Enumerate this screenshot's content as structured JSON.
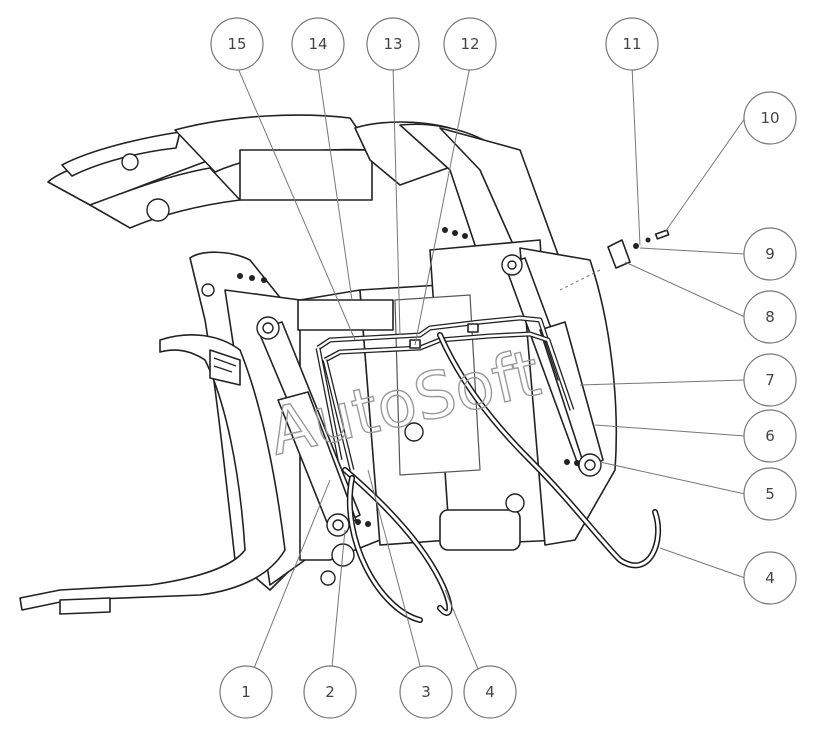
{
  "watermark": "AutoSoft",
  "callouts": [
    {
      "id": "c15",
      "label": "15"
    },
    {
      "id": "c14",
      "label": "14"
    },
    {
      "id": "c13",
      "label": "13"
    },
    {
      "id": "c12",
      "label": "12"
    },
    {
      "id": "c11",
      "label": "11"
    },
    {
      "id": "c10",
      "label": "10"
    },
    {
      "id": "c9",
      "label": "9"
    },
    {
      "id": "c8",
      "label": "8"
    },
    {
      "id": "c7",
      "label": "7"
    },
    {
      "id": "c6",
      "label": "6"
    },
    {
      "id": "c5",
      "label": "5"
    },
    {
      "id": "c4r",
      "label": "4"
    },
    {
      "id": "c1",
      "label": "1"
    },
    {
      "id": "c2",
      "label": "2"
    },
    {
      "id": "c3",
      "label": "3"
    },
    {
      "id": "c4b",
      "label": "4"
    }
  ]
}
